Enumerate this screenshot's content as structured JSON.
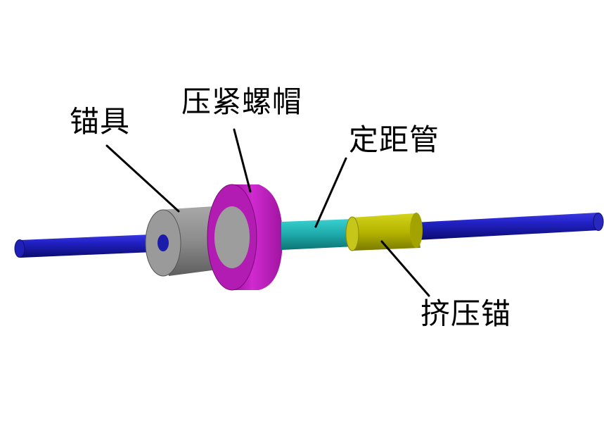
{
  "labels": {
    "anchor": "锚具",
    "compression_nut": "压紧螺帽",
    "spacer_tube": "定距管",
    "crimp_anchor": "挤压锚"
  },
  "colors": {
    "cable": "#1a1aa8",
    "anchor": "#8c8c8c",
    "compression_nut": "#c21fc2",
    "spacer_tube": "#1ea7a7",
    "crimp_anchor": "#b3b300",
    "leader_line": "#000000"
  }
}
